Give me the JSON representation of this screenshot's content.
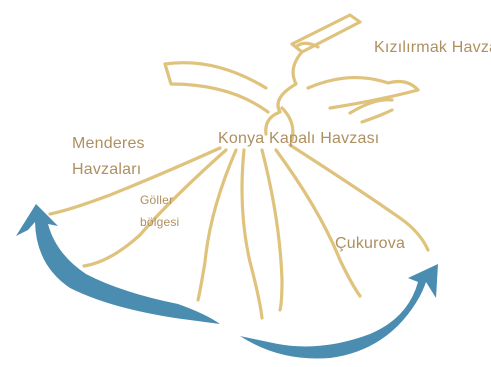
{
  "colors": {
    "outline": "#dfc27c",
    "label": "#ae8f5f",
    "arrow": "#4a8db0",
    "background": "#ffffff"
  },
  "labels": {
    "kizilirmak": "Kızılırmak Havzası",
    "konya": "Konya Kapalı Havzası",
    "menderes_line1": "Menderes",
    "menderes_line2": "Havzaları",
    "goller_line1": "Göller",
    "goller_line2": "bölgesi",
    "cukurova": "Çukurova"
  },
  "figure": {
    "subject": "whirling-dervish-outline",
    "arrows": [
      "left-arrow-up",
      "right-arrow-up"
    ]
  }
}
